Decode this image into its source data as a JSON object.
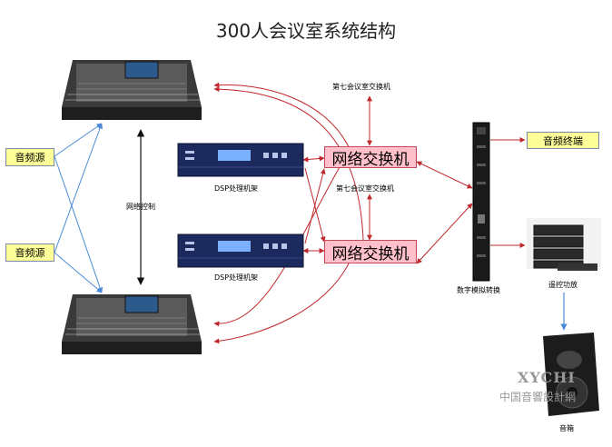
{
  "title": "300人会议室系统结构",
  "nodes": {
    "audio_source_1": "音频源",
    "audio_source_2": "音频源",
    "network_switch_1": "网络交换机",
    "network_switch_2": "网络交换机",
    "switch_top_label": "第七会议室交换机",
    "switch_mid_label": "第七会议室交换机",
    "dsp_label_1": "DSP处理机架",
    "dsp_label_2": "DSP处理机架",
    "sync_control": "网络控制",
    "converter_label": "数字模拟转换",
    "audio_terminal": "音频终端",
    "power_amp_label": "遥控功放",
    "speaker_label": "音箱"
  },
  "watermark": {
    "brand": "XYCHI",
    "subtitle": "中国音響設計網"
  },
  "colors": {
    "arrow_red": "#c0282d",
    "arrow_blue": "#4a8ad8",
    "arrow_black": "#111111",
    "switch_fill": "#ffc0cb",
    "source_fill": "#ffff99"
  }
}
